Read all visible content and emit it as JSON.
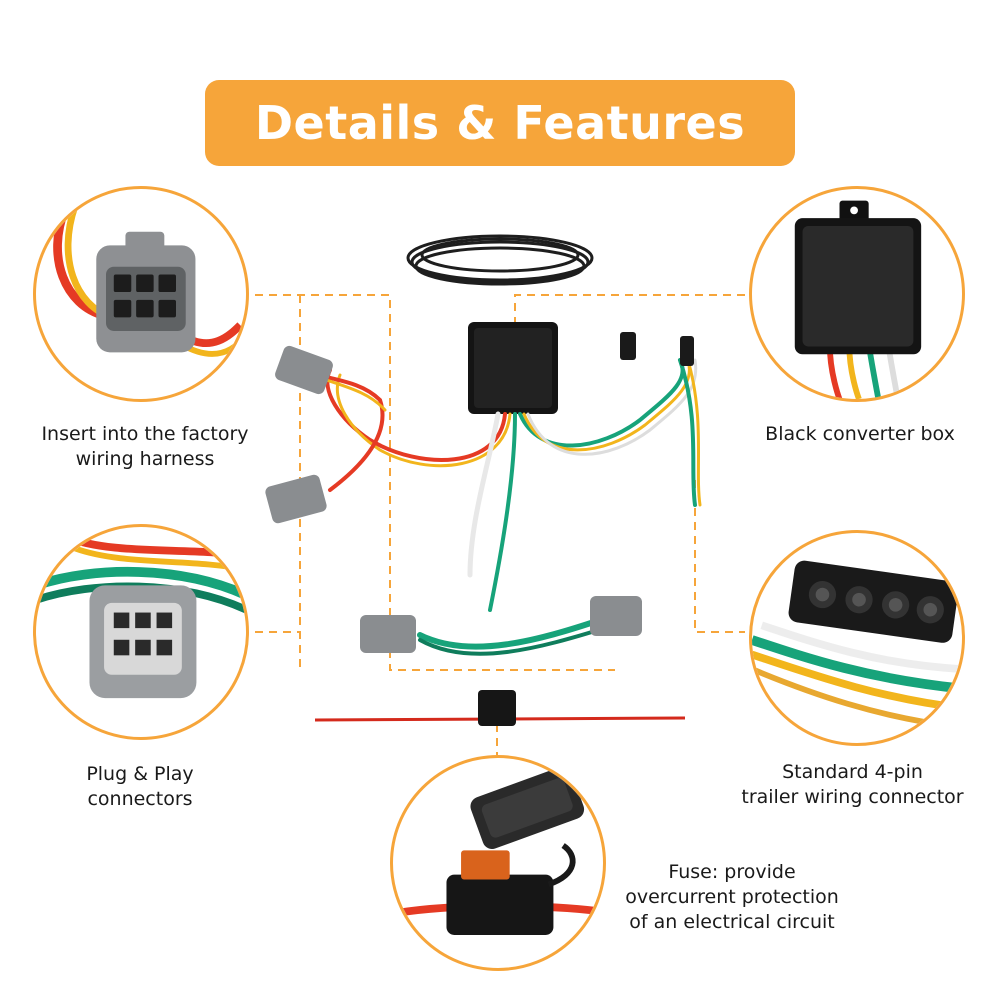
{
  "header": {
    "title": "Details & Features"
  },
  "features": {
    "factory_harness": {
      "line1": "Insert into the factory",
      "line2": "wiring harness"
    },
    "converter_box": {
      "line1": "Black converter box"
    },
    "plug_play": {
      "line1": "Plug & Play",
      "line2": "connectors"
    },
    "trailer_connector": {
      "line1": "Standard 4-pin",
      "line2": "trailer wiring connector"
    },
    "fuse": {
      "line1": "Fuse: provide",
      "line2": "overcurrent protection",
      "line3": "of an electrical circuit"
    }
  },
  "colors": {
    "accent": "#f6a53a",
    "connector_grey": "#8a8d90",
    "wire_green": "#17a37a",
    "wire_red": "#e53a24",
    "wire_yellow": "#f2b51c"
  }
}
